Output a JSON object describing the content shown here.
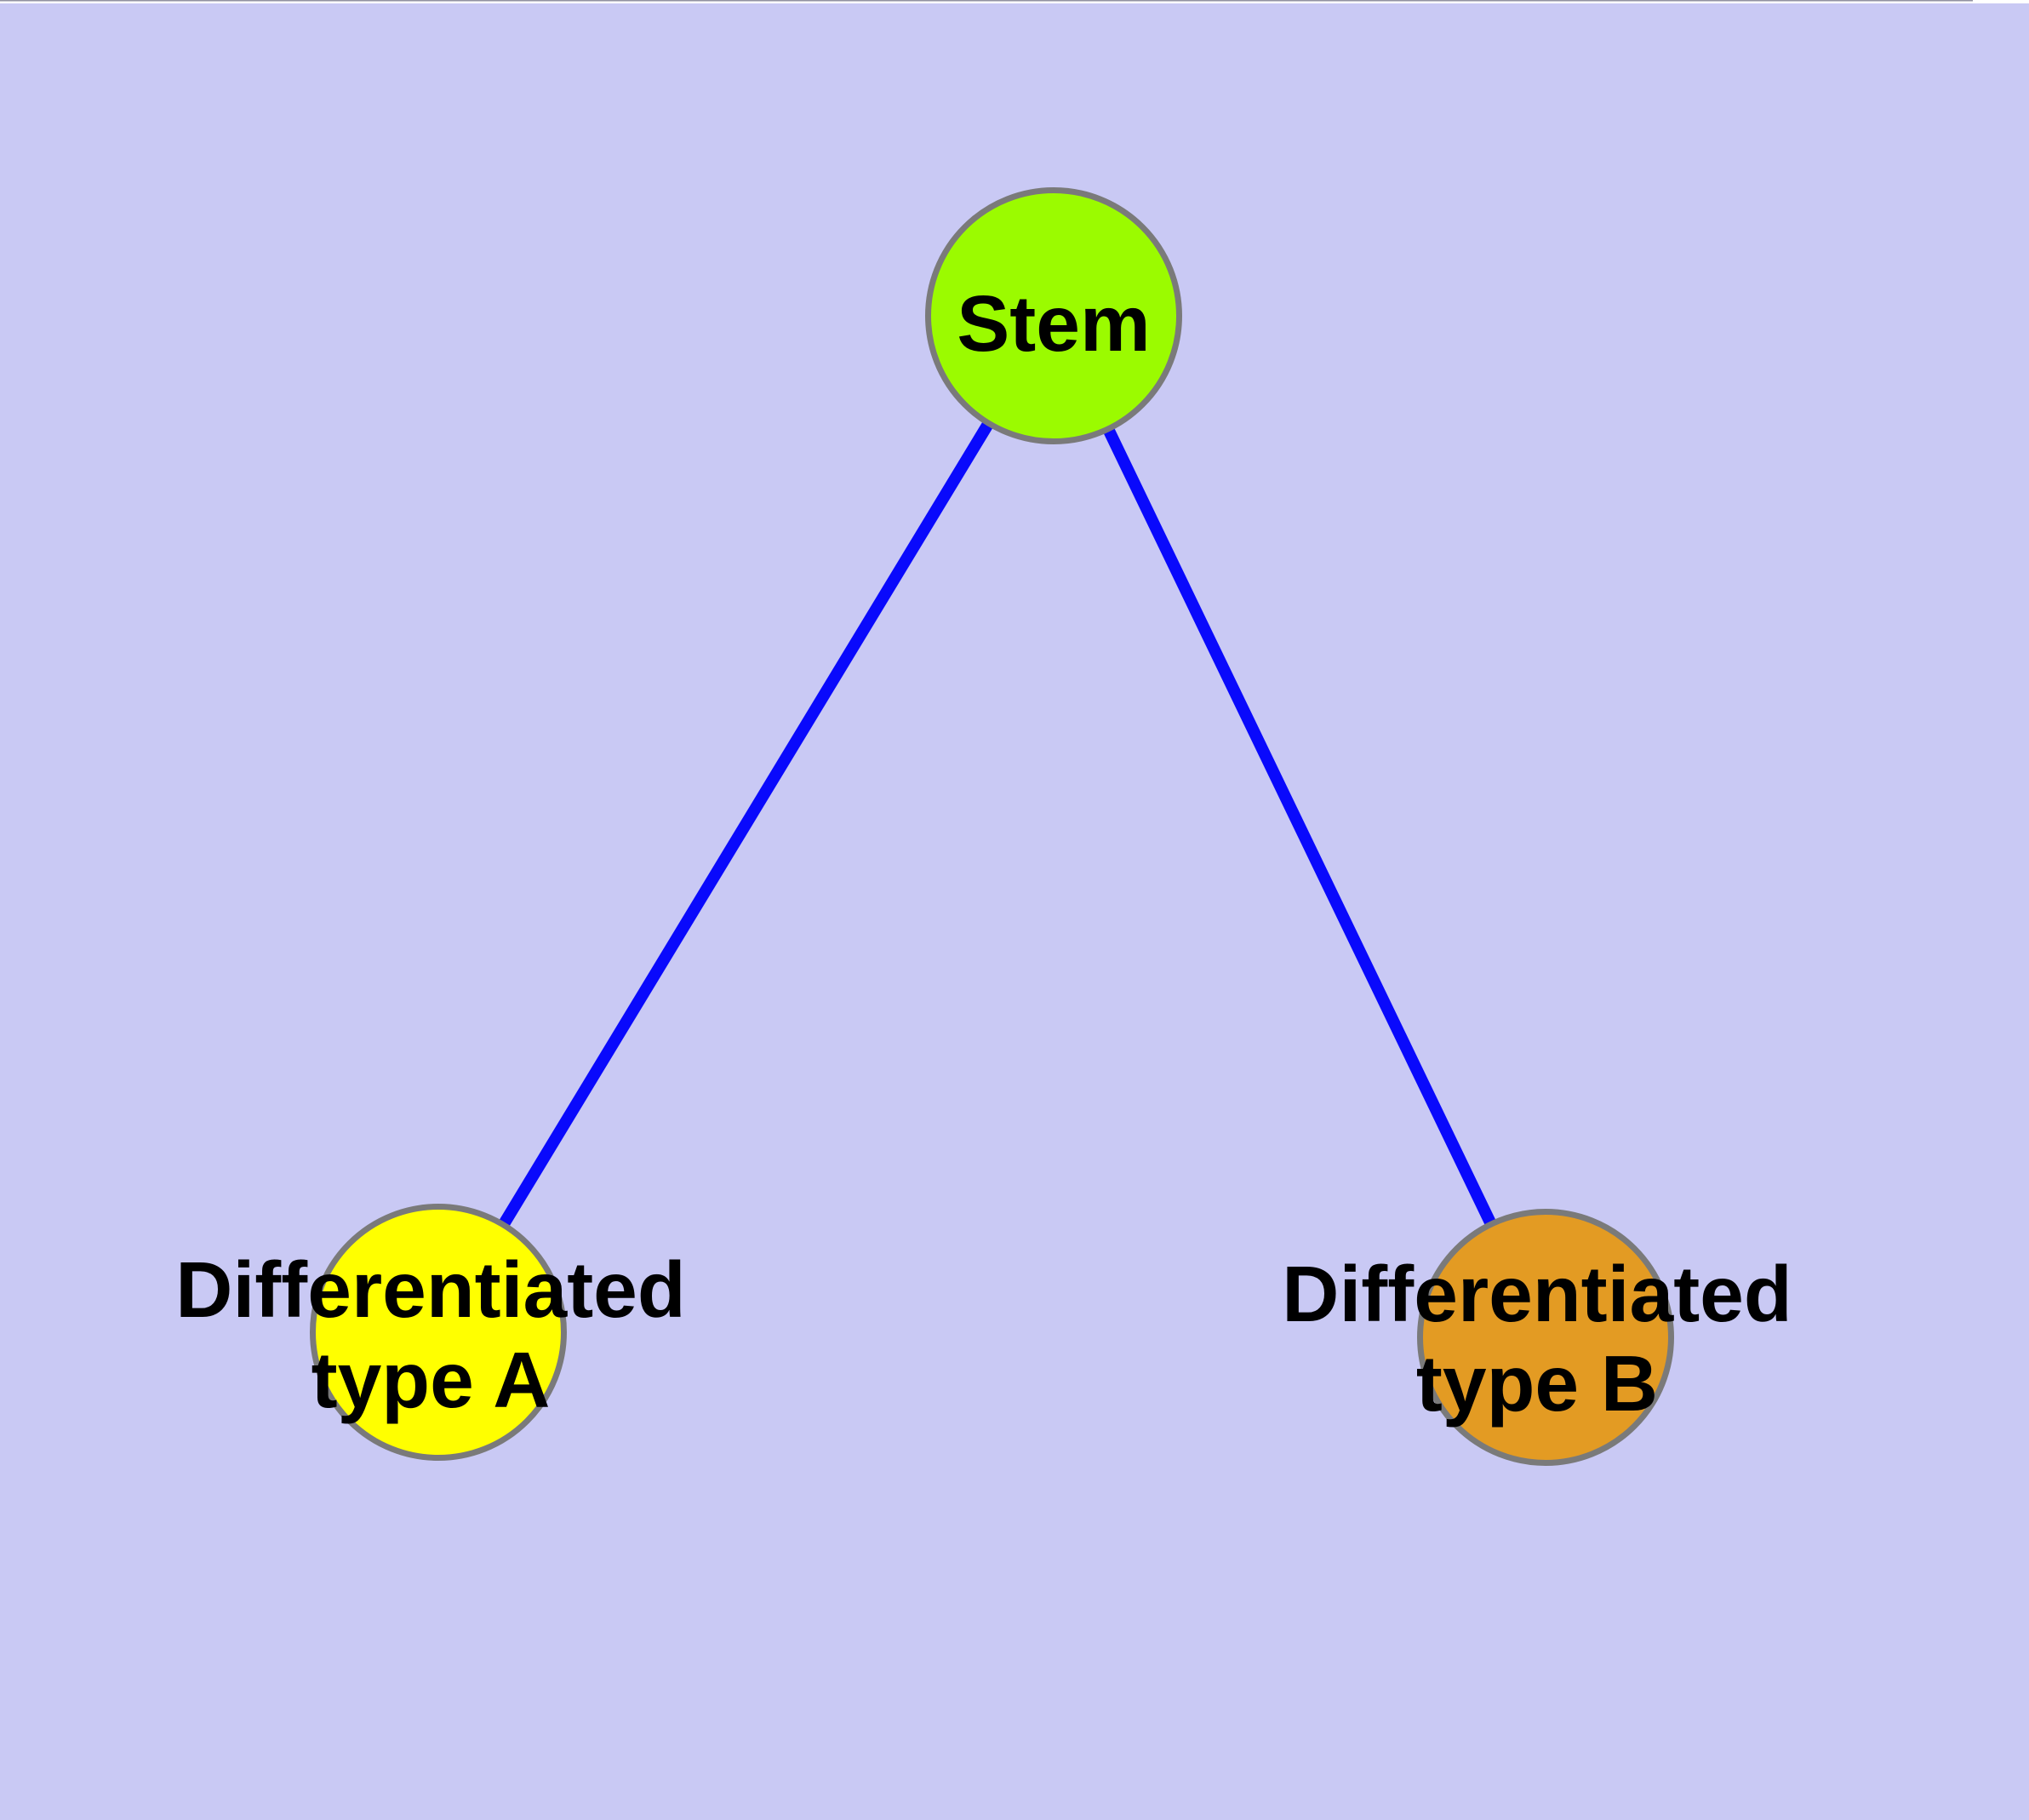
{
  "canvas": {
    "background_color": "#C9C9F4",
    "top_margin_color": "#FFFFFF",
    "top_hairline_color": "#9292A0"
  },
  "theme": {
    "edge_color": "#0909FC",
    "node_border_color": "#7A7A7A",
    "label_color": "#000000"
  },
  "nodes": {
    "stem": {
      "label": "Stem",
      "fill": "#9BFB00"
    },
    "diff_a": {
      "label_line1": "Differentiated",
      "label_line2": "type A",
      "fill": "#FFFF00"
    },
    "diff_b": {
      "label_line1": "Differentiated",
      "label_line2": "type B",
      "fill": "#E39B23"
    }
  },
  "edges": [
    {
      "from": "Stem",
      "to": "Differentiated type A"
    },
    {
      "from": "Stem",
      "to": "Differentiated type B"
    }
  ]
}
